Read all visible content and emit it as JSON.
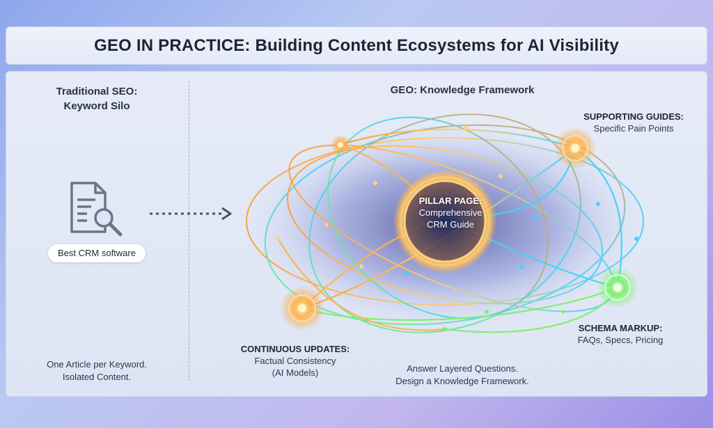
{
  "title": "GEO IN PRACTICE: Building Content Ecosystems for AI Visibility",
  "left": {
    "heading_line1": "Traditional SEO:",
    "heading_line2": "Keyword Silo",
    "keyword_pill": "Best CRM software",
    "footer_line1": "One Article per Keyword.",
    "footer_line2": "Isolated Content.",
    "icon": "document-search-icon"
  },
  "right": {
    "heading": "GEO: Knowledge Framework",
    "pillar": {
      "head": "PILLAR PAGE:",
      "sub_line1": "Comprehensive",
      "sub_line2": "CRM Guide"
    },
    "supporting": {
      "head": "SUPPORTING GUIDES:",
      "sub": "Specific Pain Points"
    },
    "schema": {
      "head": "SCHEMA MARKUP:",
      "sub": "FAQs, Specs, Pricing"
    },
    "continuous": {
      "head": "CONTINUOUS UPDATES:",
      "sub_line1": "Factual Consistency",
      "sub_line2": "(AI Models)"
    },
    "answer": {
      "line1": "Answer Layered Questions.",
      "line2": "Design a Knowledge Framework."
    }
  },
  "colors": {
    "accent_orange": "#ff9a2e",
    "accent_cyan": "#3fd2ff",
    "accent_green": "#7cf06a",
    "node_core": "#fff3c4"
  }
}
